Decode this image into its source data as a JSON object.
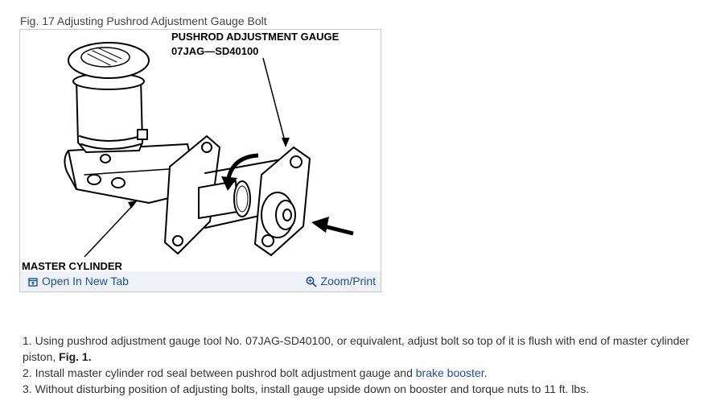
{
  "figure": {
    "caption": "Fig. 17 Adjusting Pushrod Adjustment Gauge Bolt",
    "label_tool_line1": "PUSHROD ADJUSTMENT GAUGE",
    "label_tool_line2": "07JAG—SD40100",
    "label_part": "MASTER CYLINDER",
    "open_tab_label": "Open In New Tab",
    "zoom_label": "Zoom/Print"
  },
  "steps": [
    {
      "number": "1.",
      "text": "Using pushrod adjustment gauge tool No. 07JAG-SD40100, or equivalent, adjust bolt so top of it is flush with end of master cylinder piston,",
      "ref": "Fig. 1."
    },
    {
      "number": "2.",
      "text": "Install master cylinder rod seal between pushrod bolt adjustment gauge and",
      "link": "brake booster",
      "tail": "."
    },
    {
      "number": "3.",
      "text": "Without disturbing position of adjusting bolts, install gauge upside down on booster and torque nuts to 11 ft. lbs."
    }
  ],
  "colors": {
    "link": "#1a4f9c",
    "toolbar_bg": "#eef2f6",
    "frame_border": "#c8c8c8"
  },
  "icons": {
    "open_tab": "open-in-new-tab-icon",
    "zoom": "magnifier-zoom-icon"
  }
}
